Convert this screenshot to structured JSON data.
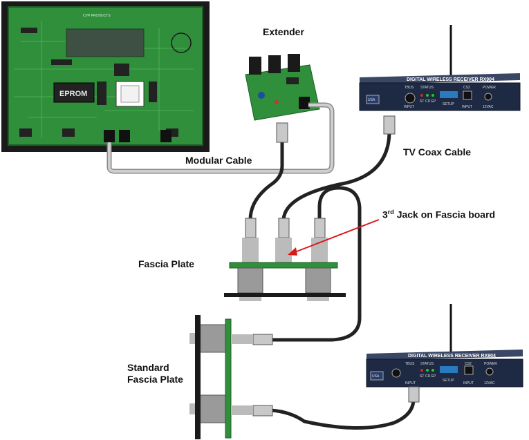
{
  "labels": {
    "extender": "Extender",
    "modular_cable": "Modular Cable",
    "tv_coax_cable": "TV Coax Cable",
    "third_jack_sup": "rd",
    "third_jack_prefix": "3",
    "third_jack_suffix": "Jack on Fascia board",
    "fascia_plate": "Fascia Plate",
    "standard_fascia_line1": "Standard",
    "standard_fascia_line2": "Fascia Plate"
  },
  "main_board": {
    "eprom_label": "EPROM",
    "maker_text": "CVP PRODUCTS"
  },
  "receivers": [
    {
      "title": "DIGITAL WIRELESS RECEIVER  RX904",
      "sections": [
        "TBUS",
        "STATUS",
        "CS2",
        "POWER"
      ],
      "bottom_labels": [
        "INPUT",
        "ST",
        "CD",
        "GP",
        "SETUP",
        "INPUT",
        "12VAC"
      ],
      "badge": "USA"
    },
    {
      "title": "DIGITAL WIRELESS RECEIVER  RX904",
      "sections": [
        "TBUS",
        "STATUS",
        "CS2",
        "POWER"
      ],
      "bottom_labels": [
        "INPUT",
        "ST",
        "CD",
        "GP",
        "SETUP",
        "INPUT",
        "12VAC"
      ],
      "badge": "USA"
    }
  ],
  "colors": {
    "pcb_green": "#2f8f3a",
    "frame_dark": "#1a1a1a",
    "cable_black": "#222222",
    "cable_gray": "#b5b5b5",
    "arrow_red": "#d81818",
    "receiver_body": "#1e2a44"
  }
}
